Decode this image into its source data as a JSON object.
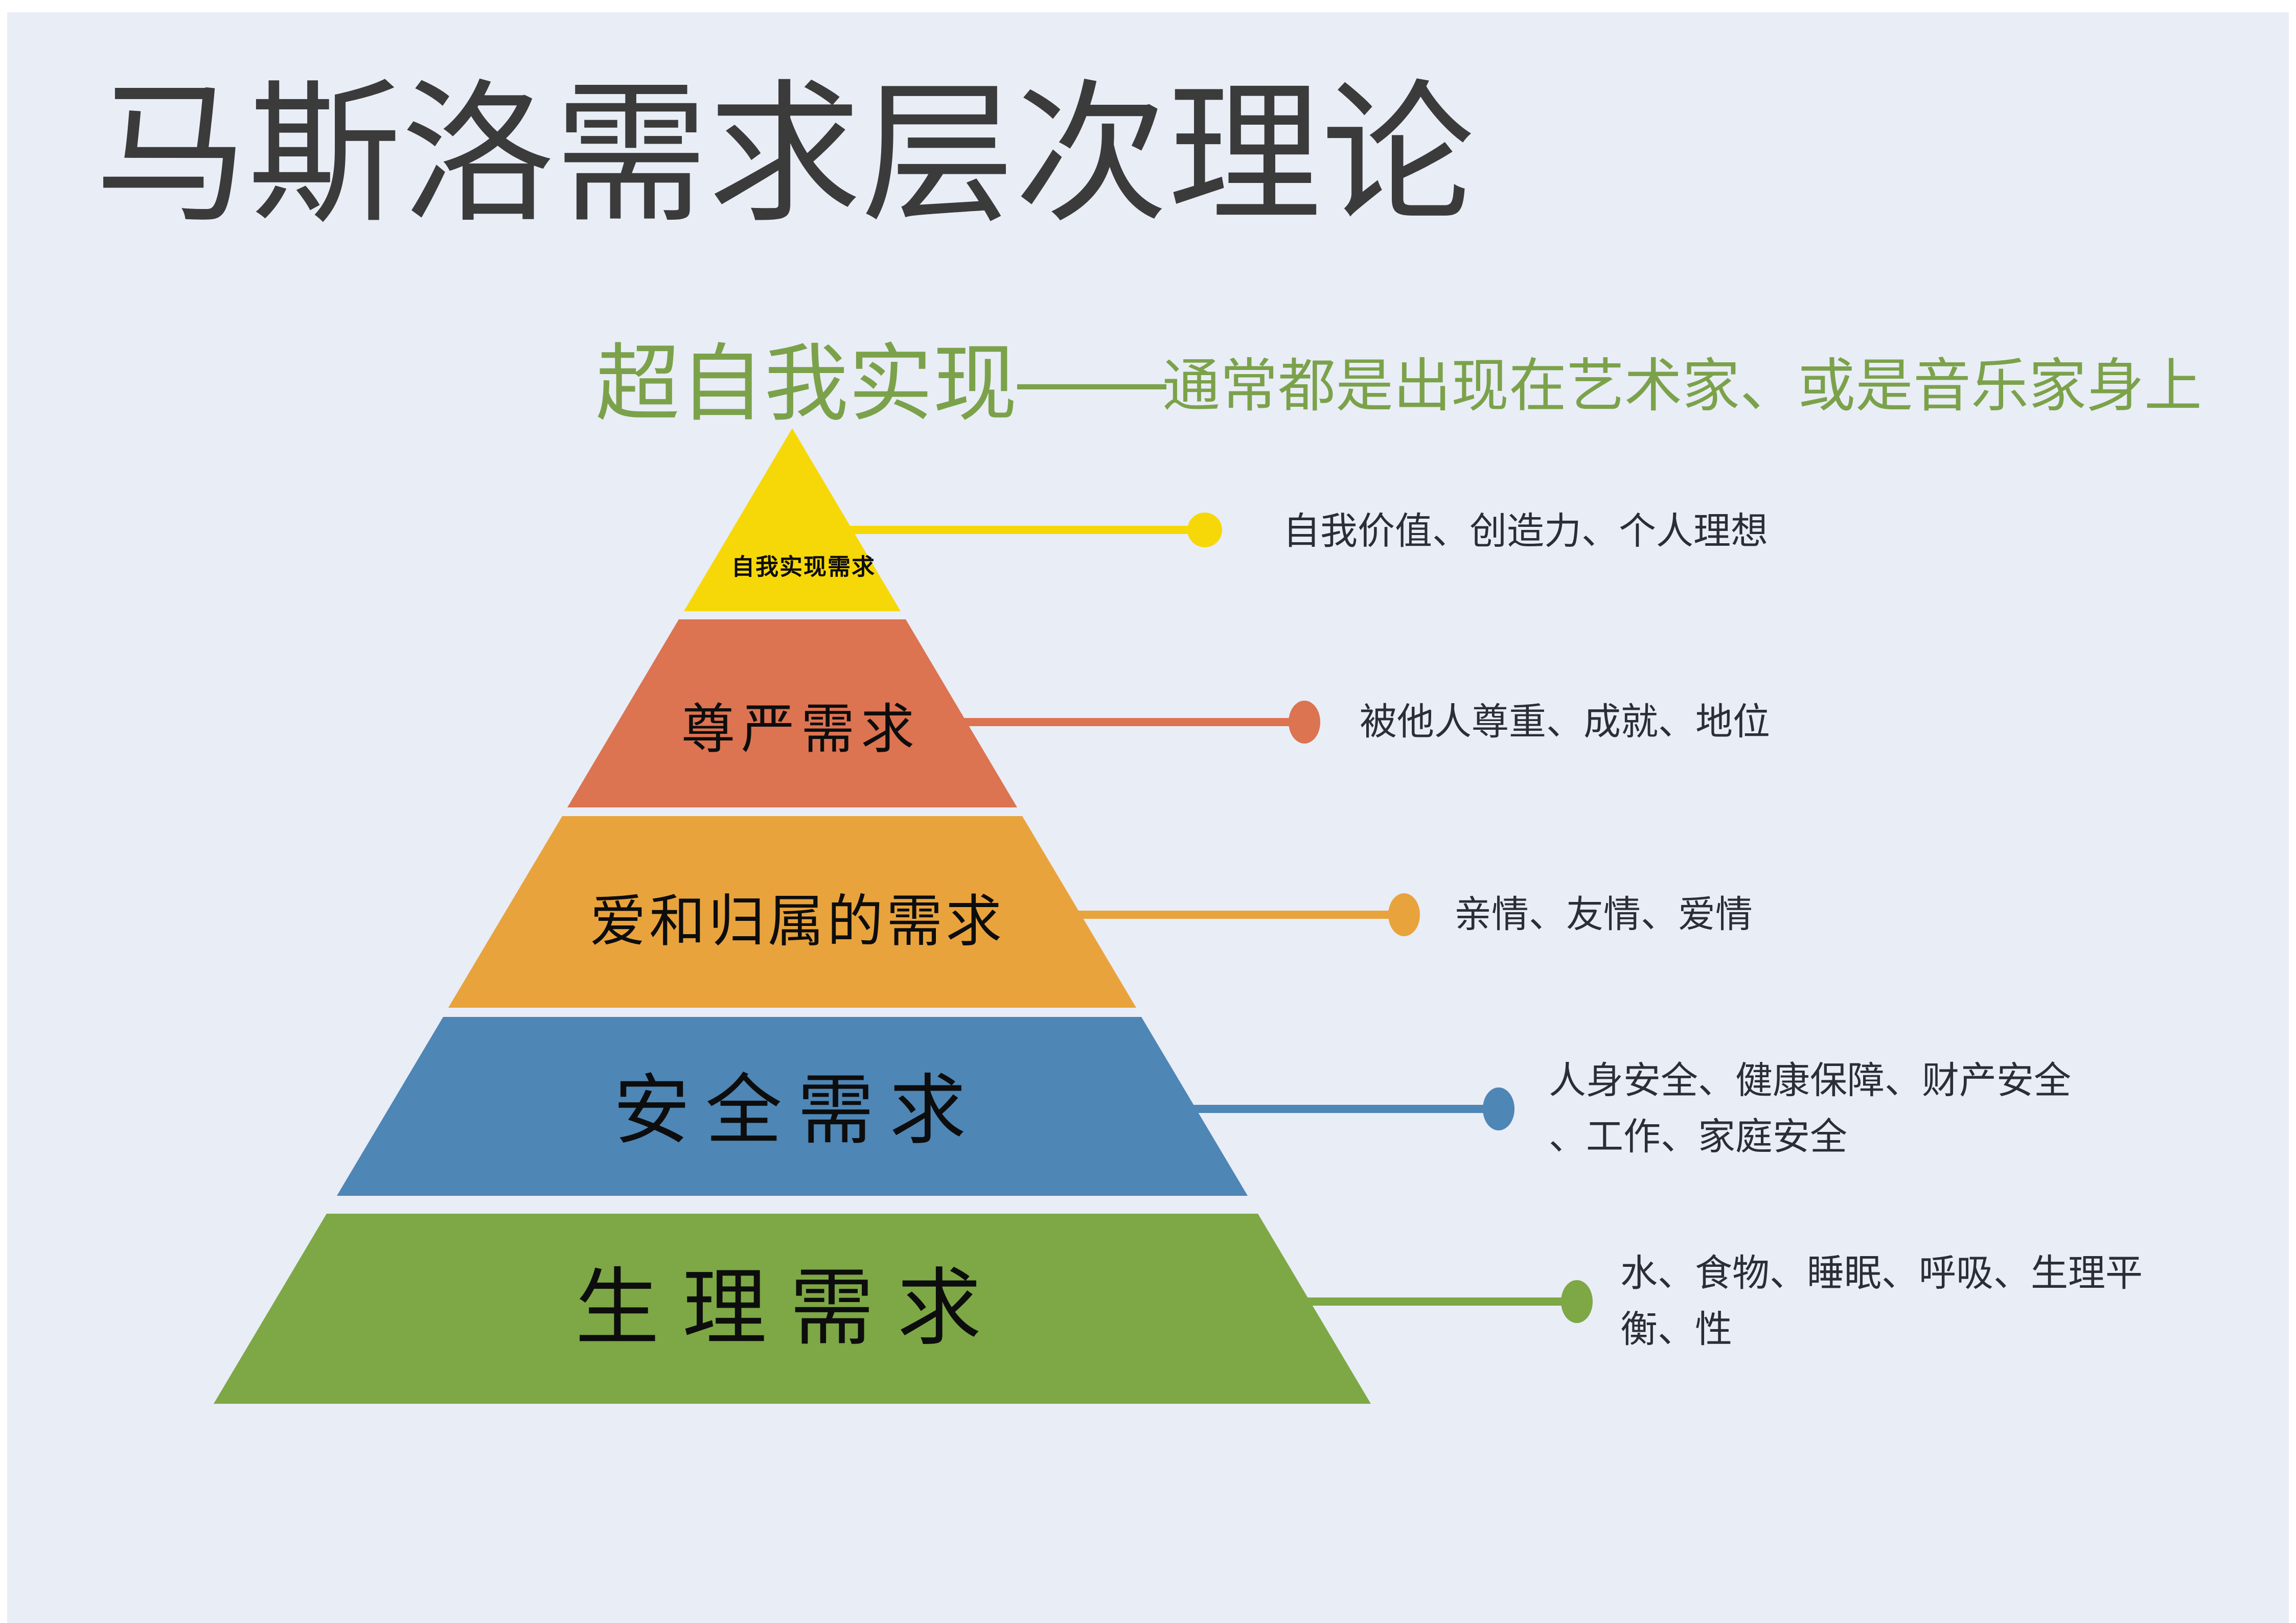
{
  "title": "马斯洛需求层次理论",
  "subtitle": {
    "big": "超自我实现",
    "dash": "——",
    "small": "通常都是出现在艺术家、或是音乐家身上"
  },
  "colors": {
    "background": "#e9edf6",
    "page_border": "#ffffff",
    "title": "#3b3b3b",
    "subtitle_green": "#7ba24a",
    "annotation_text": "#2b2e36",
    "label_text": "#0d0d0d"
  },
  "pyramid": {
    "levels": [
      {
        "rank": 1,
        "label": "自我实现需求",
        "color": "#f6d808",
        "annotation_lines": [
          "自我价值、创造力、个人理想"
        ]
      },
      {
        "rank": 2,
        "label": "尊严需求",
        "color": "#dc7351",
        "annotation_lines": [
          "被他人尊重、成就、地位"
        ]
      },
      {
        "rank": 3,
        "label": "爱和归属的需求",
        "color": "#e9a33c",
        "annotation_lines": [
          "亲情、友情、爱情"
        ]
      },
      {
        "rank": 4,
        "label": "安全需求",
        "color": "#4e86b5",
        "annotation_lines": [
          "人身安全、健康保障、财产安全",
          "、工作、家庭安全"
        ]
      },
      {
        "rank": 5,
        "label": "生理需求",
        "color": "#7da845",
        "annotation_lines": [
          "水、食物、睡眠、呼吸、生理平",
          "衡、性"
        ]
      }
    ]
  }
}
